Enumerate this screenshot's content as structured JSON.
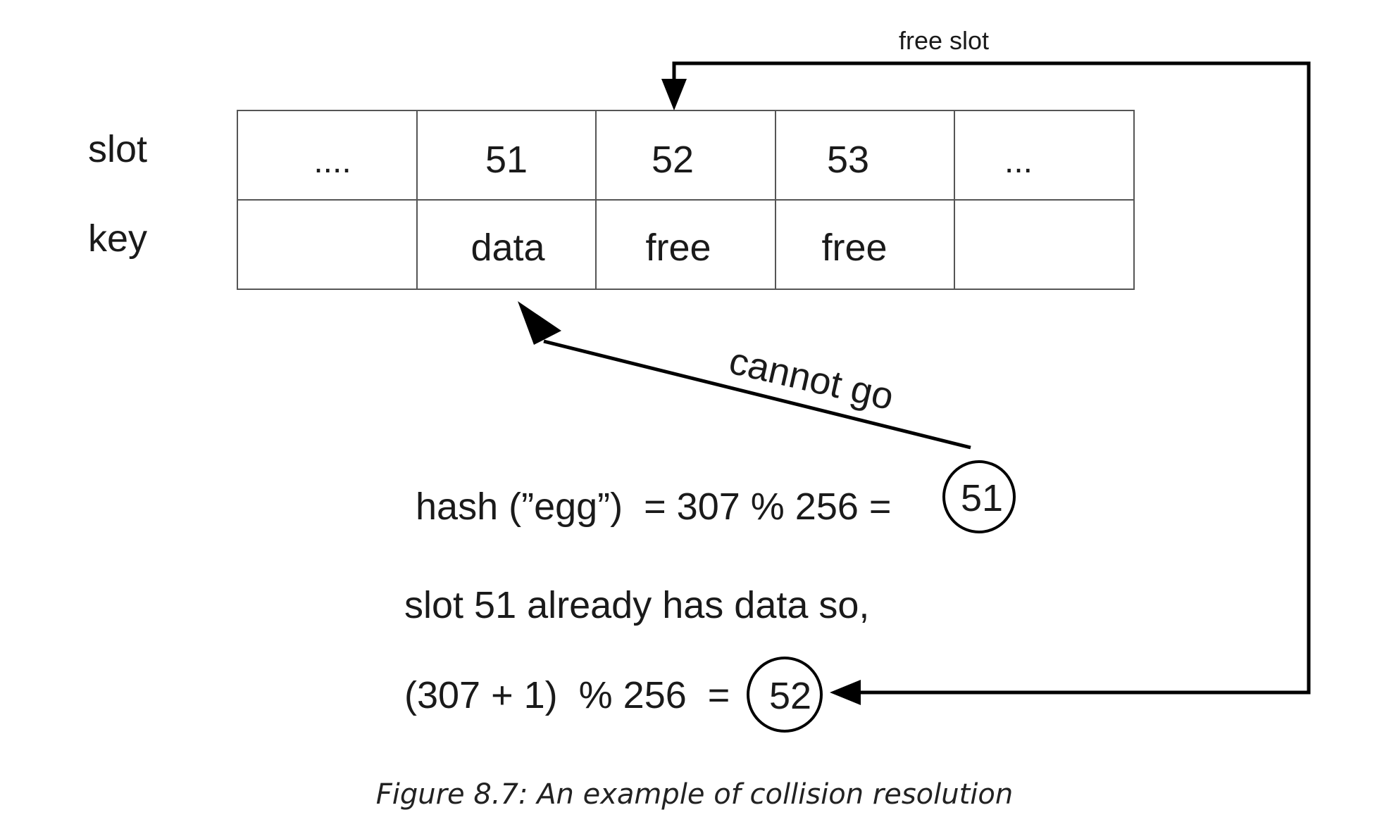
{
  "row_labels": {
    "slot": "slot",
    "key": "key"
  },
  "table": {
    "slots": [
      "....",
      "51",
      "52",
      "53",
      "..."
    ],
    "keys": [
      "",
      "data",
      "free",
      "free",
      ""
    ]
  },
  "arrows": {
    "free_slot_label": "free slot",
    "cannot_go_label": "cannot go"
  },
  "equations": {
    "hash_expr": "hash (”egg”)  = 307 % 256 =",
    "hash_result": "51",
    "collision_note": "slot 51 already has data so,",
    "probe_expr": "(307 + 1)  % 256  =",
    "probe_result": "52"
  },
  "caption": "Figure 8.7: An example of collision resolution"
}
